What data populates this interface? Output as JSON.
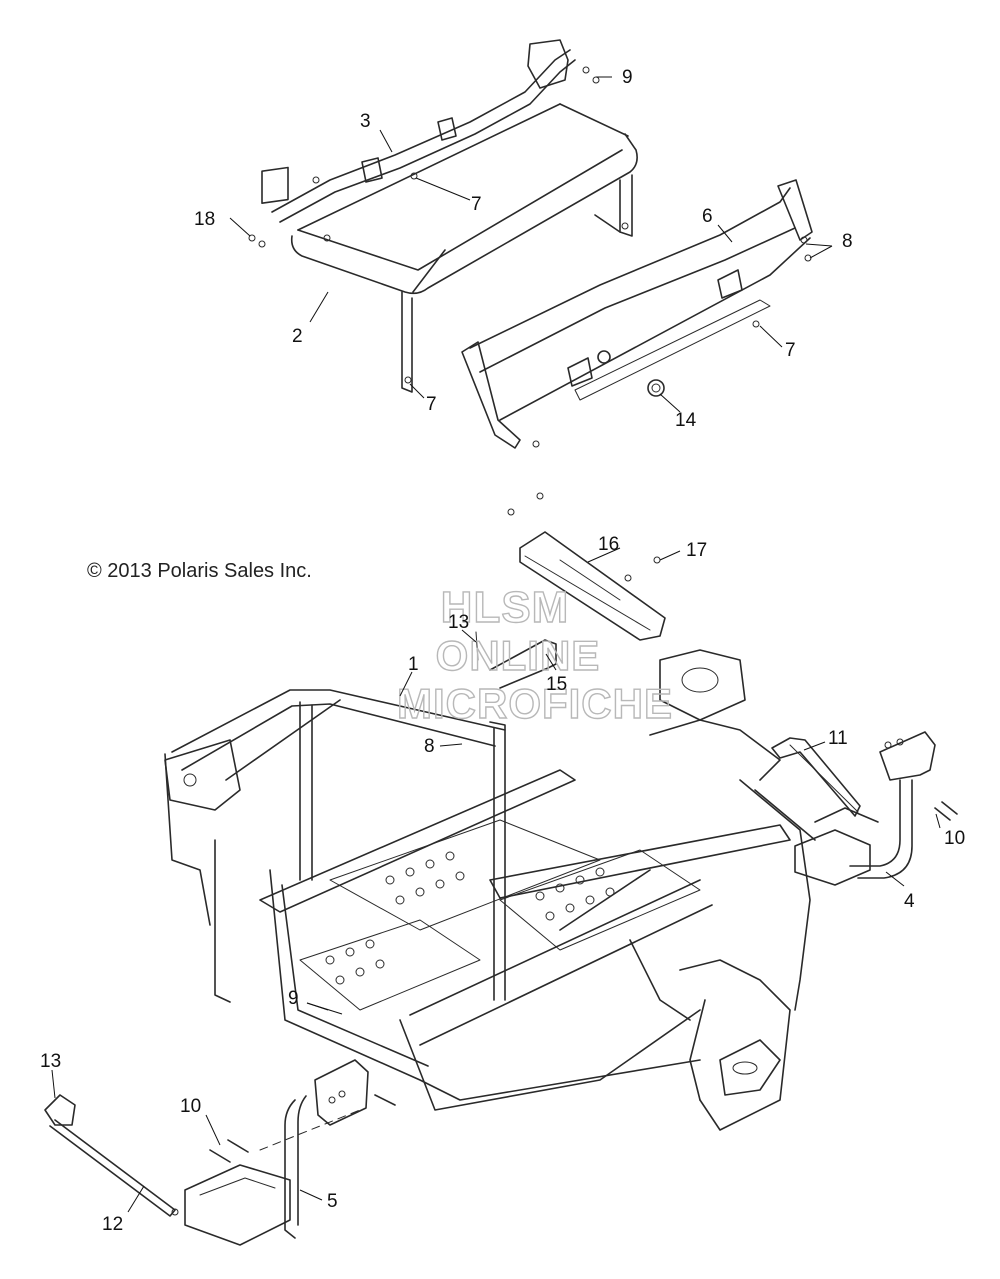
{
  "copyright": "© 2013 Polaris Sales Inc.",
  "watermark": {
    "line1": "HLSM",
    "line2": "ONLINE",
    "line3": "MICROFICHE"
  },
  "callouts": [
    "1",
    "2",
    "3",
    "4",
    "5",
    "6",
    "7",
    "7",
    "7",
    "8",
    "8",
    "9",
    "9",
    "10",
    "10",
    "11",
    "12",
    "13",
    "13",
    "14",
    "15",
    "16",
    "17",
    "18"
  ],
  "colors": {
    "line": "#2a2a2a",
    "watermark": "#b8b8b8",
    "background": "#ffffff"
  }
}
